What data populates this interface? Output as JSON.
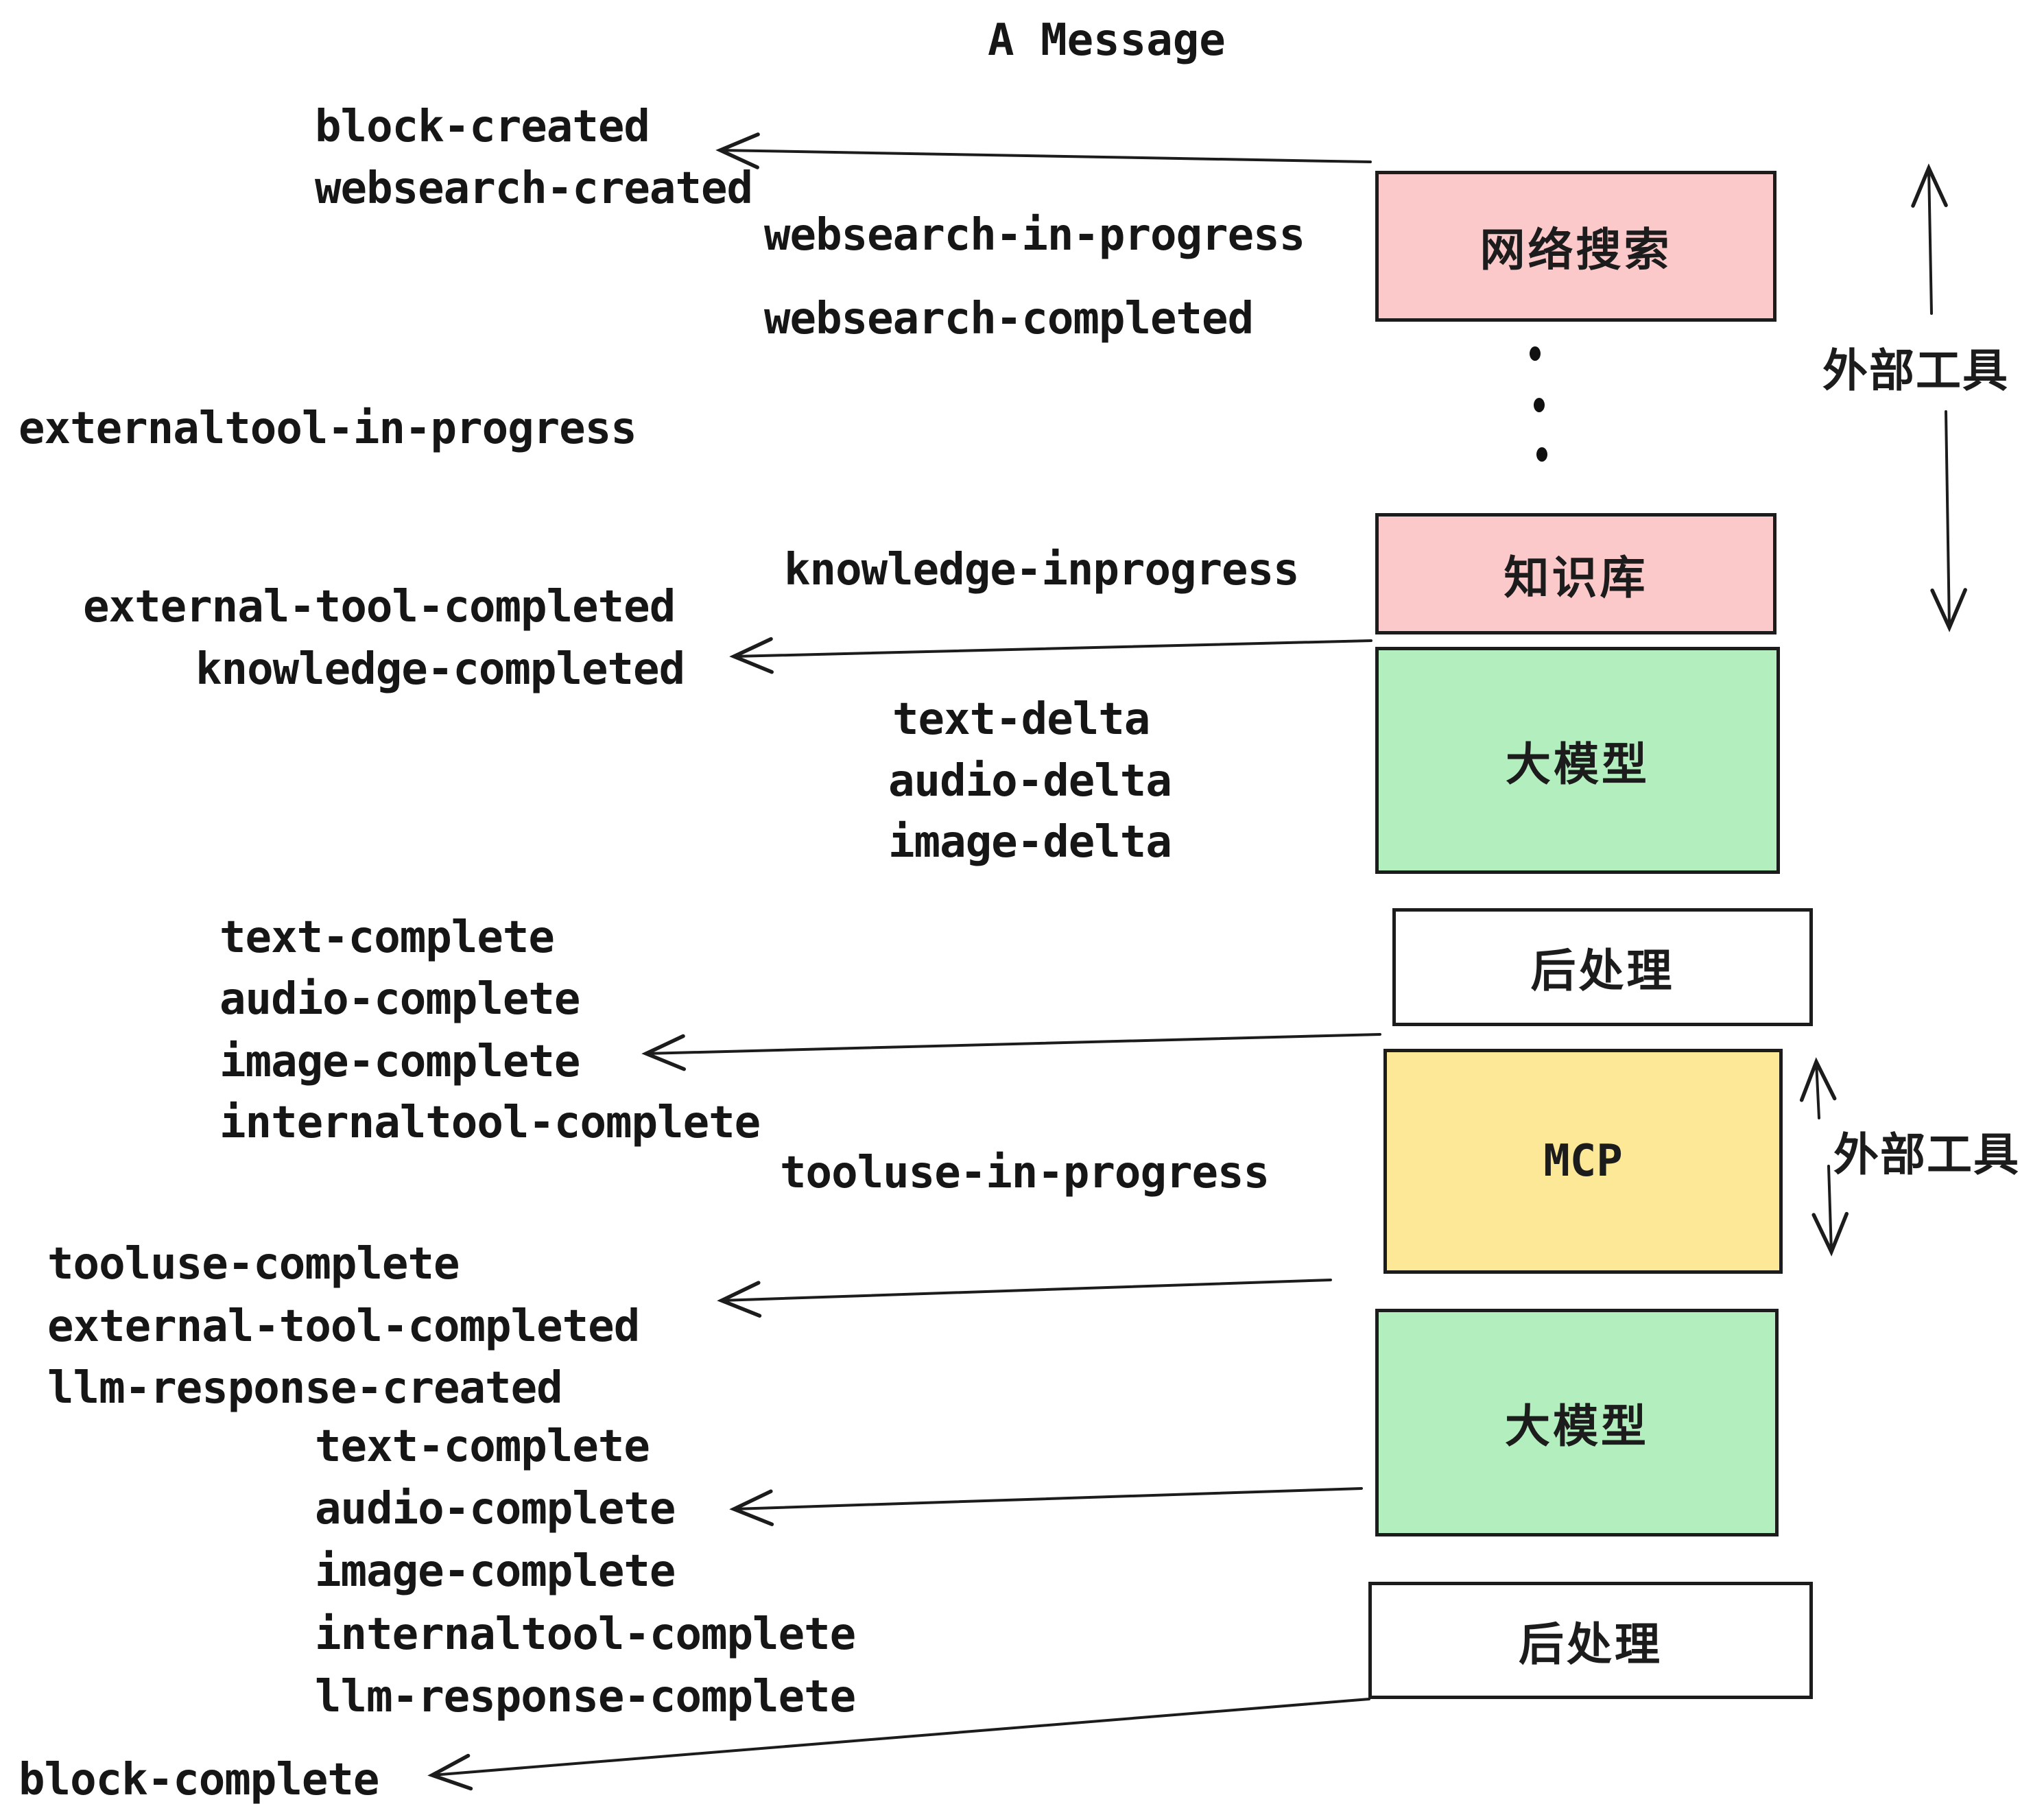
{
  "title": "A Message",
  "colors": {
    "pink": "#fbc9c9",
    "green": "#b3efbe",
    "yellow": "#fce896",
    "white": "#ffffff",
    "ink": "#1c1c1c"
  },
  "boxes": {
    "websearch": {
      "label": "网络搜索"
    },
    "knowledge": {
      "label": "知识库"
    },
    "llm1": {
      "label": "大模型"
    },
    "post1": {
      "label": "后处理"
    },
    "mcp": {
      "label": "MCP"
    },
    "llm2": {
      "label": "大模型"
    },
    "post2": {
      "label": "后处理"
    }
  },
  "side_labels": {
    "external_tools_top": "外部工具",
    "external_tools_bottom": "外部工具"
  },
  "icons": {
    "ellipsis": "vertical-dots-icon",
    "arrows": "hand-drawn-arrow"
  },
  "events": {
    "block_created": "block-created",
    "websearch_created": "websearch-created",
    "websearch_in_progress": "websearch-in-progress",
    "websearch_completed": "websearch-completed",
    "externaltool_in_progress": "externaltool-in-progress",
    "knowledge_inprogress": "knowledge-inprogress",
    "external_tool_completed": "external-tool-completed",
    "knowledge_completed": "knowledge-completed",
    "text_delta": "text-delta",
    "audio_delta": "audio-delta",
    "image_delta": "image-delta",
    "text_complete": "text-complete",
    "audio_complete": "audio-complete",
    "image_complete": "image-complete",
    "internaltool_complete": "internaltool-complete",
    "tooluse_in_progress": "tooluse-in-progress",
    "tooluse_complete": "tooluse-complete",
    "external_tool_completed_2": "external-tool-completed",
    "llm_response_created": "llm-response-created",
    "text_complete_2": "text-complete",
    "audio_complete_2": "audio-complete",
    "image_complete_2": "image-complete",
    "internaltool_complete_2": "internaltool-complete",
    "llm_response_complete": "llm-response-complete",
    "block_complete": "block-complete"
  }
}
